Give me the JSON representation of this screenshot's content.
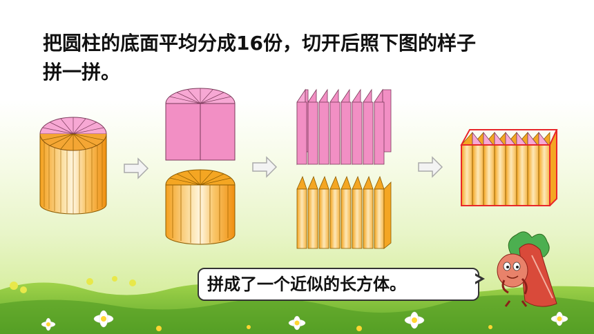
{
  "title_line1": "把圆柱的底面平均分成16份，切开后照下图的样子",
  "title_line2": "拼一拼。",
  "bubble_text": "拼成了一个近似的长方体。",
  "colors": {
    "pink": "#f28fc4",
    "orange": "#f4a623",
    "red_outline": "#e8262a",
    "arrow": "#b8b8b8"
  }
}
